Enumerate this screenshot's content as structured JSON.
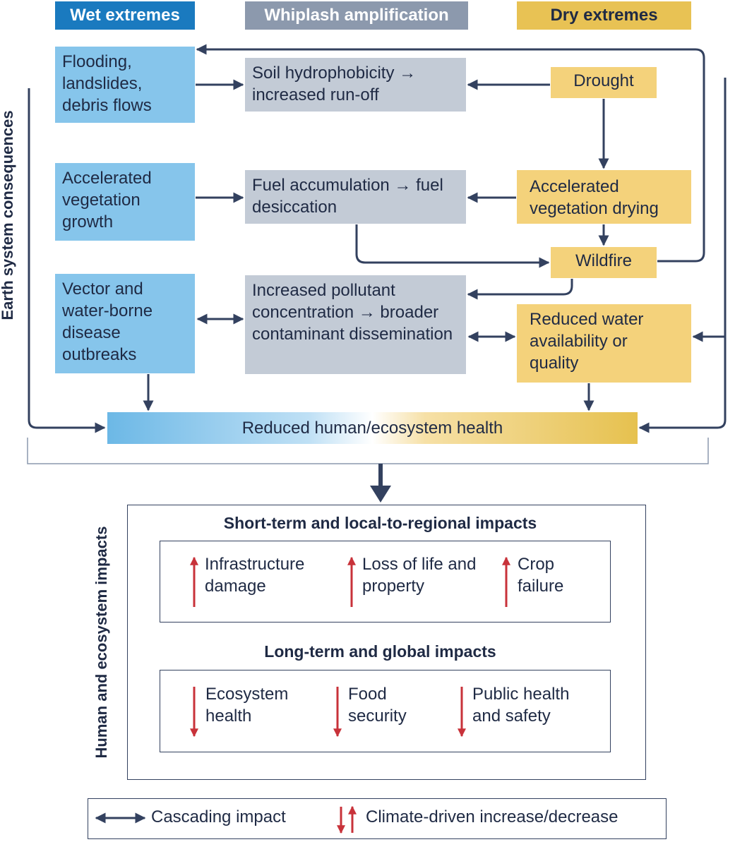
{
  "headers": {
    "wet": "Wet extremes",
    "whiplash": "Whiplash amplification",
    "dry": "Dry extremes"
  },
  "side_labels": {
    "earth": "Earth system consequences",
    "human": "Human and ecosystem impacts"
  },
  "wet_boxes": [
    "Flooding, landslides, debris flows",
    "Accelerated vegetation growth",
    "Vector and water-borne disease outbreaks"
  ],
  "whiplash_boxes": [
    "Soil hydrophobicity → increased run-off",
    "Fuel accumulation → fuel desiccation",
    "Increased pollutant concentration → broader contaminant dissemination"
  ],
  "dry_boxes": {
    "drought": "Drought",
    "veg_drying": "Accelerated vegetation drying",
    "wildfire": "Wildfire",
    "water": "Reduced water availability or quality"
  },
  "health_bar": "Reduced human/ecosystem health",
  "short_term": {
    "title": "Short-term and local-to-regional impacts",
    "items": [
      "Infrastructure damage",
      "Loss of life and property",
      "Crop failure"
    ]
  },
  "long_term": {
    "title": "Long-term and global impacts",
    "items": [
      "Ecosystem health",
      "Food security",
      "Public health and safety"
    ]
  },
  "legend": {
    "cascading": "Cascading impact",
    "climate": "Climate-driven increase/decrease"
  },
  "colors": {
    "wet": "#86c5eb",
    "wet_header": "#1a7abf",
    "whiplash": "#c3cbd6",
    "whiplash_header": "#8c99ad",
    "dry": "#f4d27b",
    "dry_header": "#e8c254",
    "arrow": "#33415f",
    "impact_arrow": "#c8323a"
  }
}
